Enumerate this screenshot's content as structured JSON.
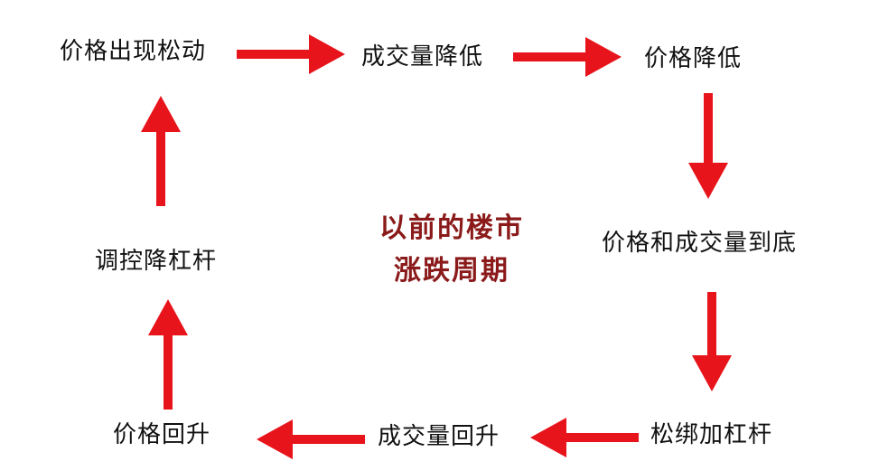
{
  "diagram": {
    "nodes": [
      {
        "id": "n1",
        "label": "价格出现松动"
      },
      {
        "id": "n2",
        "label": "成交量降低"
      },
      {
        "id": "n3",
        "label": "价格降低"
      },
      {
        "id": "n4",
        "label": "价格和成交量到底"
      },
      {
        "id": "n5",
        "label": "松绑加杠杆"
      },
      {
        "id": "n6",
        "label": "成交量回升"
      },
      {
        "id": "n7",
        "label": "价格回升"
      },
      {
        "id": "n8",
        "label": "调控降杠杆"
      }
    ],
    "edges": [
      {
        "from": "n1",
        "to": "n2"
      },
      {
        "from": "n2",
        "to": "n3"
      },
      {
        "from": "n3",
        "to": "n4"
      },
      {
        "from": "n4",
        "to": "n5"
      },
      {
        "from": "n5",
        "to": "n6"
      },
      {
        "from": "n6",
        "to": "n7"
      },
      {
        "from": "n7",
        "to": "n8"
      },
      {
        "from": "n8",
        "to": "n1"
      }
    ],
    "center_title": {
      "line1": "以前的楼市",
      "line2": "涨跌周期"
    },
    "colors": {
      "arrow": "#e8141b",
      "title": "#8b1a1a",
      "text": "#111111"
    }
  }
}
